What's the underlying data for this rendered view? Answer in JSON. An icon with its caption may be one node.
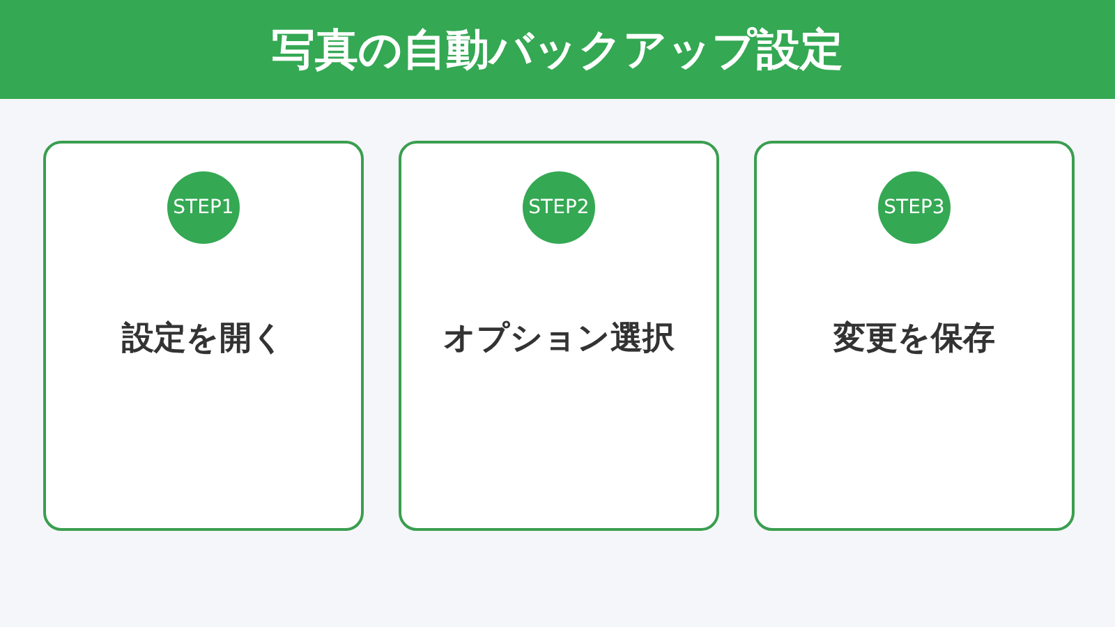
{
  "diagram": {
    "title": "写真の自動バックアップ設定",
    "nodes": [
      {
        "text": [
          "設定を開く"
        ]
      },
      {
        "text": [
          "STEP1"
        ],
        "in": 0
      },
      {
        "text": [
          "オプション選択"
        ]
      },
      {
        "text": [
          "STEP2"
        ],
        "in": 2
      },
      {
        "text": [
          "変更を保存"
        ]
      },
      {
        "text": [
          "STEP3"
        ],
        "in": 4
      }
    ]
  }
}
